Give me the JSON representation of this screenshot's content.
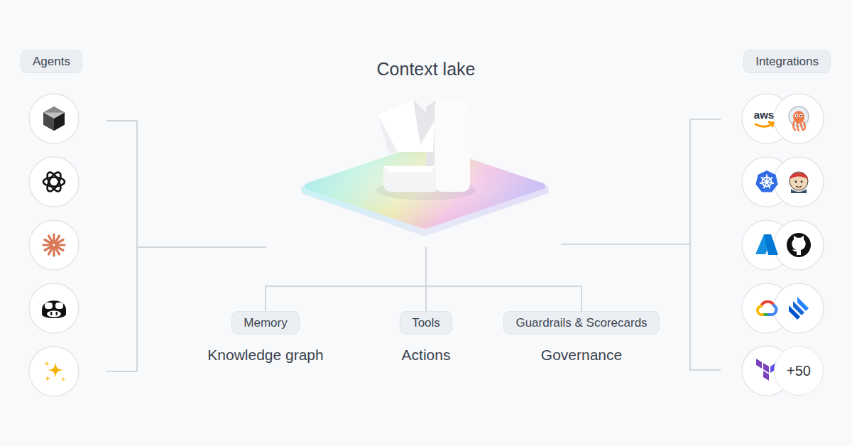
{
  "diagram": {
    "nodes": [
      {
        "text": [
          "Agents"
        ]
      },
      {
        "text": [
          "Context lake"
        ]
      },
      {
        "text": [
          "Integrations"
        ]
      },
      {
        "text": [
          "Memory",
          "Knowledge graph"
        ]
      },
      {
        "text": [
          "Tools",
          "Actions"
        ]
      },
      {
        "text": [
          "Guardrails & Scorecards",
          "Governance"
        ]
      },
      {
        "text": [
          "+50"
        ]
      }
    ],
    "edges": [
      {
        "from": 1,
        "to": 3,
        "arrow": "none"
      },
      {
        "from": 1,
        "to": 4,
        "arrow": "none"
      },
      {
        "from": 1,
        "to": 5,
        "arrow": "none"
      }
    ],
    "labels": [
      "aws"
    ]
  }
}
